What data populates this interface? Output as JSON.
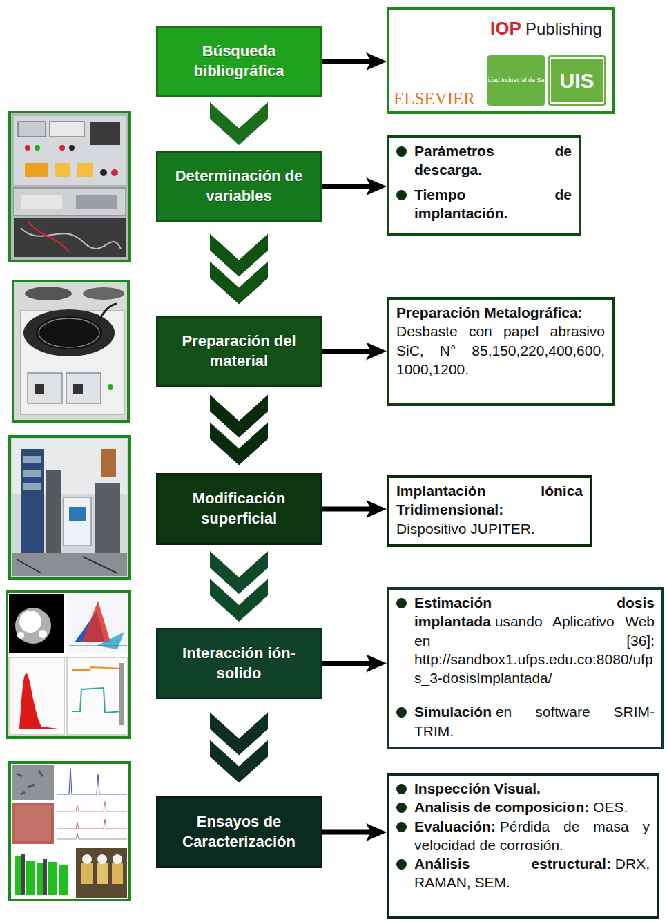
{
  "diagram": {
    "nodes": [
      {
        "text": [
          "Búsqueda bibliográfica"
        ]
      },
      {
        "text": [
          "IOP",
          "Publishing",
          "ELSEVIER"
        ]
      },
      {
        "text": [
          "Universidad Industrial de Santander"
        ],
        "in": 1
      },
      {
        "text": [
          "UIS"
        ],
        "in": 1
      },
      {
        "text": [
          "Determinación de variables"
        ]
      },
      {
        "text": [
          "Parámetros de descarga.",
          "Tiempo de implantación."
        ]
      },
      {
        "text": [
          "Preparación del material"
        ]
      },
      {
        "text": [
          "Preparación Metalográfica:",
          "Desbaste con papel abrasivo SiC, N° 85,150,220,400,600, 1000,1200."
        ]
      },
      {
        "text": [
          "Modificación superficial"
        ]
      },
      {
        "text": [
          "Implantación Iónica Tridimensional:",
          "Dispositivo JUPITER."
        ]
      },
      {
        "text": [
          "Interacción ión-solido"
        ]
      },
      {
        "text": [
          "Estimación dosis implantada",
          "usando Aplicativo Web en [36]: http://sandbox1.ufps.edu.co:8080/ufps_3-dosisImplantada/",
          "Simulación",
          "en software SRIM-TRIM."
        ]
      },
      {
        "text": [
          "Ensayos de Caracterización"
        ]
      },
      {
        "text": [
          "Inspección Visual.",
          "Analisis de composicion:",
          "OES.",
          "Evaluación:",
          "Pérdida de masa y velocidad de corrosión.",
          "Análisis estructural:",
          "DRX, RAMAN, SEM."
        ]
      }
    ],
    "edges": [
      {
        "from": 0,
        "to": 1,
        "arrow": "to"
      },
      {
        "from": 0,
        "to": 4,
        "arrow": "to"
      },
      {
        "from": 4,
        "to": 5,
        "arrow": "to"
      },
      {
        "from": 4,
        "to": 6,
        "arrow": "to"
      },
      {
        "from": 6,
        "to": 7,
        "arrow": "to"
      },
      {
        "from": 6,
        "to": 8,
        "arrow": "to"
      },
      {
        "from": 8,
        "to": 9,
        "arrow": "to"
      },
      {
        "from": 8,
        "to": 10,
        "arrow": "to"
      },
      {
        "from": 10,
        "to": 11,
        "arrow": "to"
      },
      {
        "from": 10,
        "to": 12,
        "arrow": "to"
      },
      {
        "from": 12,
        "to": 13,
        "arrow": "to"
      }
    ]
  }
}
